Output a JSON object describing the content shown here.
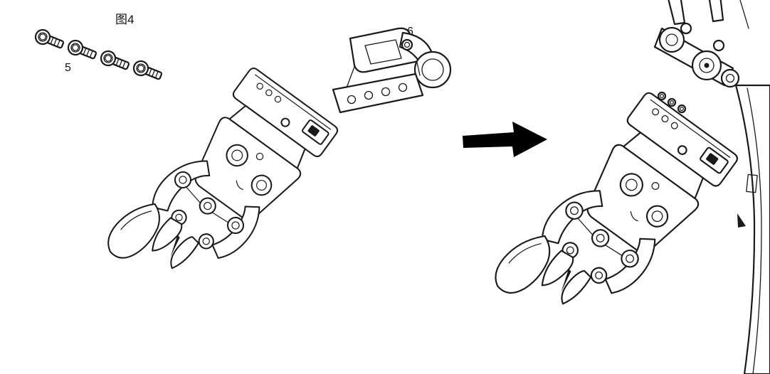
{
  "figure": {
    "label": "图4"
  },
  "callouts": {
    "part5": "5",
    "part6": "6"
  },
  "icons": {
    "assembly_arrow": "right-arrow"
  },
  "colors": {
    "line": "#1a1a1a",
    "background": "#ffffff",
    "arrow": "#000000"
  }
}
